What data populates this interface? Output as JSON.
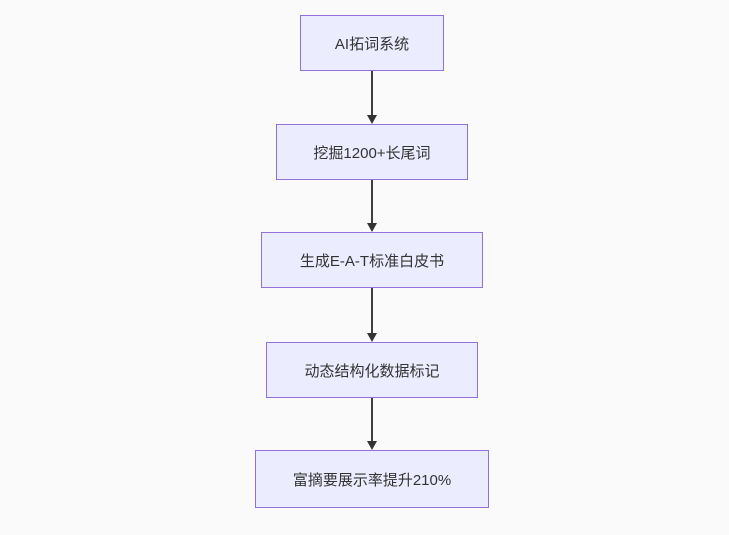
{
  "diagram": {
    "type": "flowchart",
    "direction": "top-down",
    "nodes": [
      {
        "id": "A",
        "label": "AI拓词系统"
      },
      {
        "id": "B",
        "label": "挖掘1200+长尾词"
      },
      {
        "id": "C",
        "label": "生成E-A-T标准白皮书"
      },
      {
        "id": "D",
        "label": "动态结构化数据标记"
      },
      {
        "id": "E",
        "label": "富摘要展示率提升210%"
      }
    ],
    "edges": [
      {
        "from": "A",
        "to": "B"
      },
      {
        "from": "B",
        "to": "C"
      },
      {
        "from": "C",
        "to": "D"
      },
      {
        "from": "D",
        "to": "E"
      }
    ],
    "colors": {
      "node_fill": "#ECECFF",
      "node_border": "#9370DB",
      "edge_line": "#3f3f3f",
      "arrowhead": "#333333",
      "text": "#333333",
      "background": "#fafafa"
    }
  }
}
